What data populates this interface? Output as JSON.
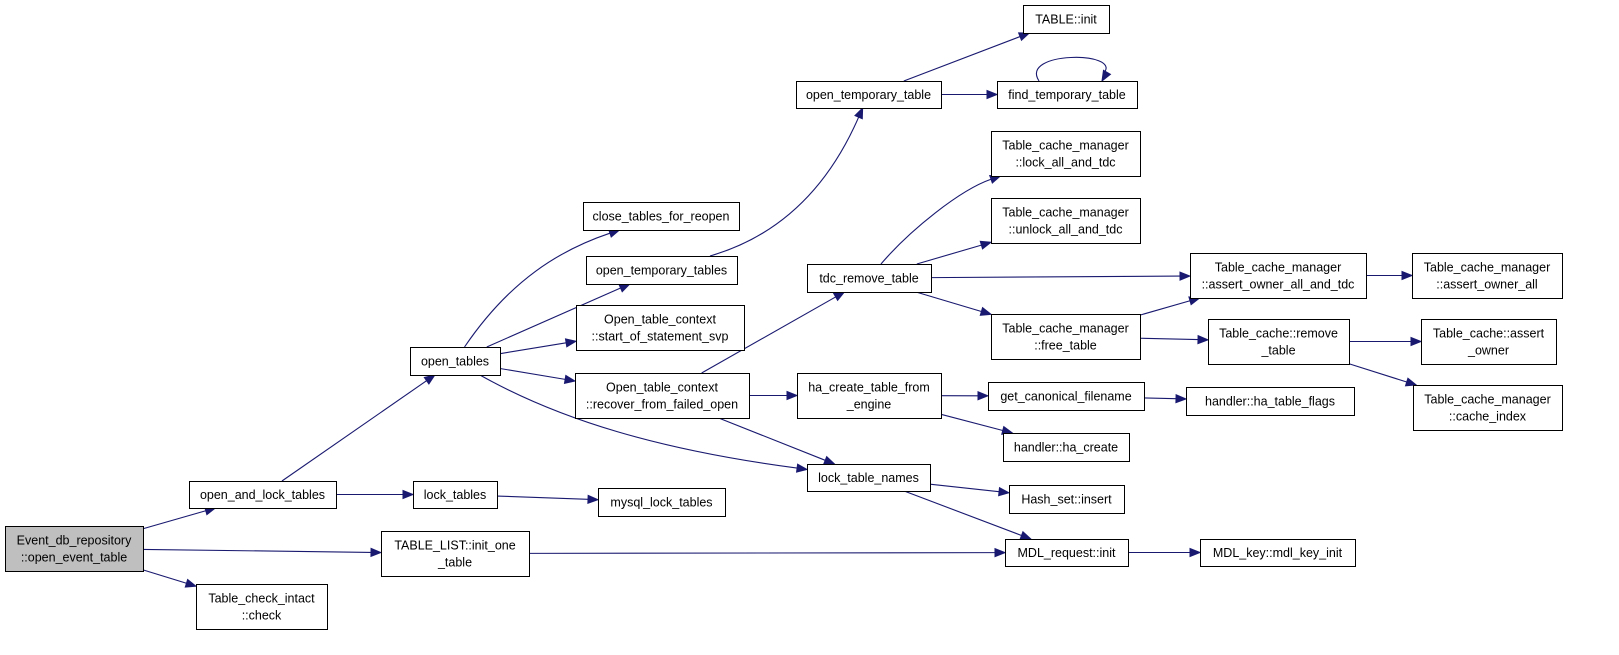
{
  "diagram": {
    "type": "call-graph",
    "colors": {
      "edge": "#191970",
      "root_fill": "#bfbfbf",
      "node_fill": "#ffffff",
      "node_border": "#000000"
    },
    "nodes": [
      {
        "id": "root",
        "lines": [
          "Event_db_repository",
          "::open_event_table"
        ],
        "root": true
      },
      {
        "id": "open_and_lock_tables",
        "lines": [
          "open_and_lock_tables"
        ]
      },
      {
        "id": "table_list_init",
        "lines": [
          "TABLE_LIST::init_one",
          "_table"
        ]
      },
      {
        "id": "table_check_intact",
        "lines": [
          "Table_check_intact",
          "::check"
        ]
      },
      {
        "id": "open_tables",
        "lines": [
          "open_tables"
        ]
      },
      {
        "id": "lock_tables",
        "lines": [
          "lock_tables"
        ]
      },
      {
        "id": "mysql_lock_tables",
        "lines": [
          "mysql_lock_tables"
        ]
      },
      {
        "id": "close_tables_for_reopen",
        "lines": [
          "close_tables_for_reopen"
        ]
      },
      {
        "id": "open_temporary_tables",
        "lines": [
          "open_temporary_tables"
        ]
      },
      {
        "id": "otc_start_of_statement",
        "lines": [
          "Open_table_context",
          "::start_of_statement_svp"
        ]
      },
      {
        "id": "otc_recover",
        "lines": [
          "Open_table_context",
          "::recover_from_failed_open"
        ]
      },
      {
        "id": "open_temporary_table",
        "lines": [
          "open_temporary_table"
        ]
      },
      {
        "id": "table_init",
        "lines": [
          "TABLE::init"
        ]
      },
      {
        "id": "find_temporary_table",
        "lines": [
          "find_temporary_table"
        ]
      },
      {
        "id": "tdc_remove_table",
        "lines": [
          "tdc_remove_table"
        ]
      },
      {
        "id": "ha_create_table_from_engine",
        "lines": [
          "ha_create_table_from",
          "_engine"
        ]
      },
      {
        "id": "lock_table_names",
        "lines": [
          "lock_table_names"
        ]
      },
      {
        "id": "tcm_lock_all",
        "lines": [
          "Table_cache_manager",
          "::lock_all_and_tdc"
        ]
      },
      {
        "id": "tcm_unlock_all",
        "lines": [
          "Table_cache_manager",
          "::unlock_all_and_tdc"
        ]
      },
      {
        "id": "tcm_free_table",
        "lines": [
          "Table_cache_manager",
          "::free_table"
        ]
      },
      {
        "id": "tcm_assert_owner_all_and_tdc",
        "lines": [
          "Table_cache_manager",
          "::assert_owner_all_and_tdc"
        ]
      },
      {
        "id": "get_canonical_filename",
        "lines": [
          "get_canonical_filename"
        ]
      },
      {
        "id": "handler_ha_create",
        "lines": [
          "handler::ha_create"
        ]
      },
      {
        "id": "hash_set_insert",
        "lines": [
          "Hash_set::insert"
        ]
      },
      {
        "id": "mdl_request_init",
        "lines": [
          "MDL_request::init"
        ]
      },
      {
        "id": "table_cache_remove",
        "lines": [
          "Table_cache::remove",
          "_table"
        ]
      },
      {
        "id": "handler_ha_table_flags",
        "lines": [
          "handler::ha_table_flags"
        ]
      },
      {
        "id": "mdl_key_init",
        "lines": [
          "MDL_key::mdl_key_init"
        ]
      },
      {
        "id": "tcm_assert_owner_all",
        "lines": [
          "Table_cache_manager",
          "::assert_owner_all"
        ]
      },
      {
        "id": "table_cache_assert_owner",
        "lines": [
          "Table_cache::assert",
          "_owner"
        ]
      },
      {
        "id": "tcm_cache_index",
        "lines": [
          "Table_cache_manager",
          "::cache_index"
        ]
      }
    ],
    "edges": [
      {
        "from": "root",
        "to": "open_and_lock_tables"
      },
      {
        "from": "root",
        "to": "table_list_init"
      },
      {
        "from": "root",
        "to": "table_check_intact"
      },
      {
        "from": "open_and_lock_tables",
        "to": "open_tables"
      },
      {
        "from": "open_and_lock_tables",
        "to": "lock_tables"
      },
      {
        "from": "lock_tables",
        "to": "mysql_lock_tables"
      },
      {
        "from": "open_tables",
        "to": "close_tables_for_reopen"
      },
      {
        "from": "open_tables",
        "to": "open_temporary_tables"
      },
      {
        "from": "open_tables",
        "to": "otc_start_of_statement"
      },
      {
        "from": "open_tables",
        "to": "otc_recover"
      },
      {
        "from": "open_tables",
        "to": "lock_table_names"
      },
      {
        "from": "open_temporary_tables",
        "to": "open_temporary_table"
      },
      {
        "from": "open_temporary_table",
        "to": "table_init"
      },
      {
        "from": "open_temporary_table",
        "to": "find_temporary_table"
      },
      {
        "from": "find_temporary_table",
        "to": "find_temporary_table"
      },
      {
        "from": "otc_recover",
        "to": "tdc_remove_table"
      },
      {
        "from": "otc_recover",
        "to": "ha_create_table_from_engine"
      },
      {
        "from": "otc_recover",
        "to": "lock_table_names"
      },
      {
        "from": "tdc_remove_table",
        "to": "tcm_lock_all"
      },
      {
        "from": "tdc_remove_table",
        "to": "tcm_unlock_all"
      },
      {
        "from": "tdc_remove_table",
        "to": "tcm_assert_owner_all_and_tdc"
      },
      {
        "from": "tdc_remove_table",
        "to": "tcm_free_table"
      },
      {
        "from": "tcm_free_table",
        "to": "tcm_assert_owner_all_and_tdc"
      },
      {
        "from": "tcm_free_table",
        "to": "table_cache_remove"
      },
      {
        "from": "tcm_assert_owner_all_and_tdc",
        "to": "tcm_assert_owner_all"
      },
      {
        "from": "table_cache_remove",
        "to": "table_cache_assert_owner"
      },
      {
        "from": "table_cache_remove",
        "to": "tcm_cache_index"
      },
      {
        "from": "ha_create_table_from_engine",
        "to": "get_canonical_filename"
      },
      {
        "from": "ha_create_table_from_engine",
        "to": "handler_ha_create"
      },
      {
        "from": "get_canonical_filename",
        "to": "handler_ha_table_flags"
      },
      {
        "from": "lock_table_names",
        "to": "hash_set_insert"
      },
      {
        "from": "lock_table_names",
        "to": "mdl_request_init"
      },
      {
        "from": "table_list_init",
        "to": "mdl_request_init"
      },
      {
        "from": "mdl_request_init",
        "to": "mdl_key_init"
      }
    ]
  }
}
